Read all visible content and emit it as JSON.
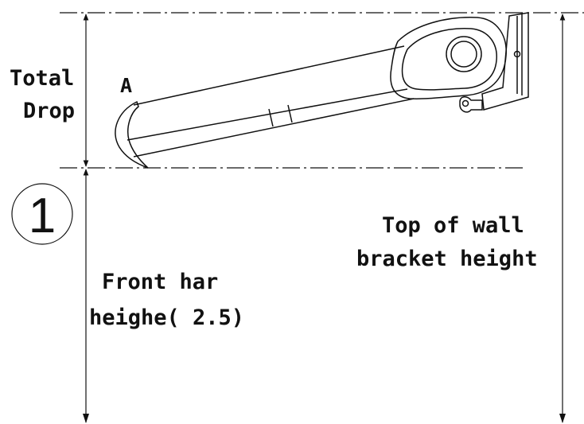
{
  "colors": {
    "line": "#111111",
    "background": "#ffffff"
  },
  "labels": {
    "total_drop_line1": "Total",
    "total_drop_line2": "Drop",
    "point_a": "A",
    "circle_number": "1",
    "wall_bracket_line1": "Top of wall",
    "wall_bracket_line2": "bracket height",
    "front_bar_line1": "Front har",
    "front_bar_line2": "heighe( 2.5)"
  }
}
